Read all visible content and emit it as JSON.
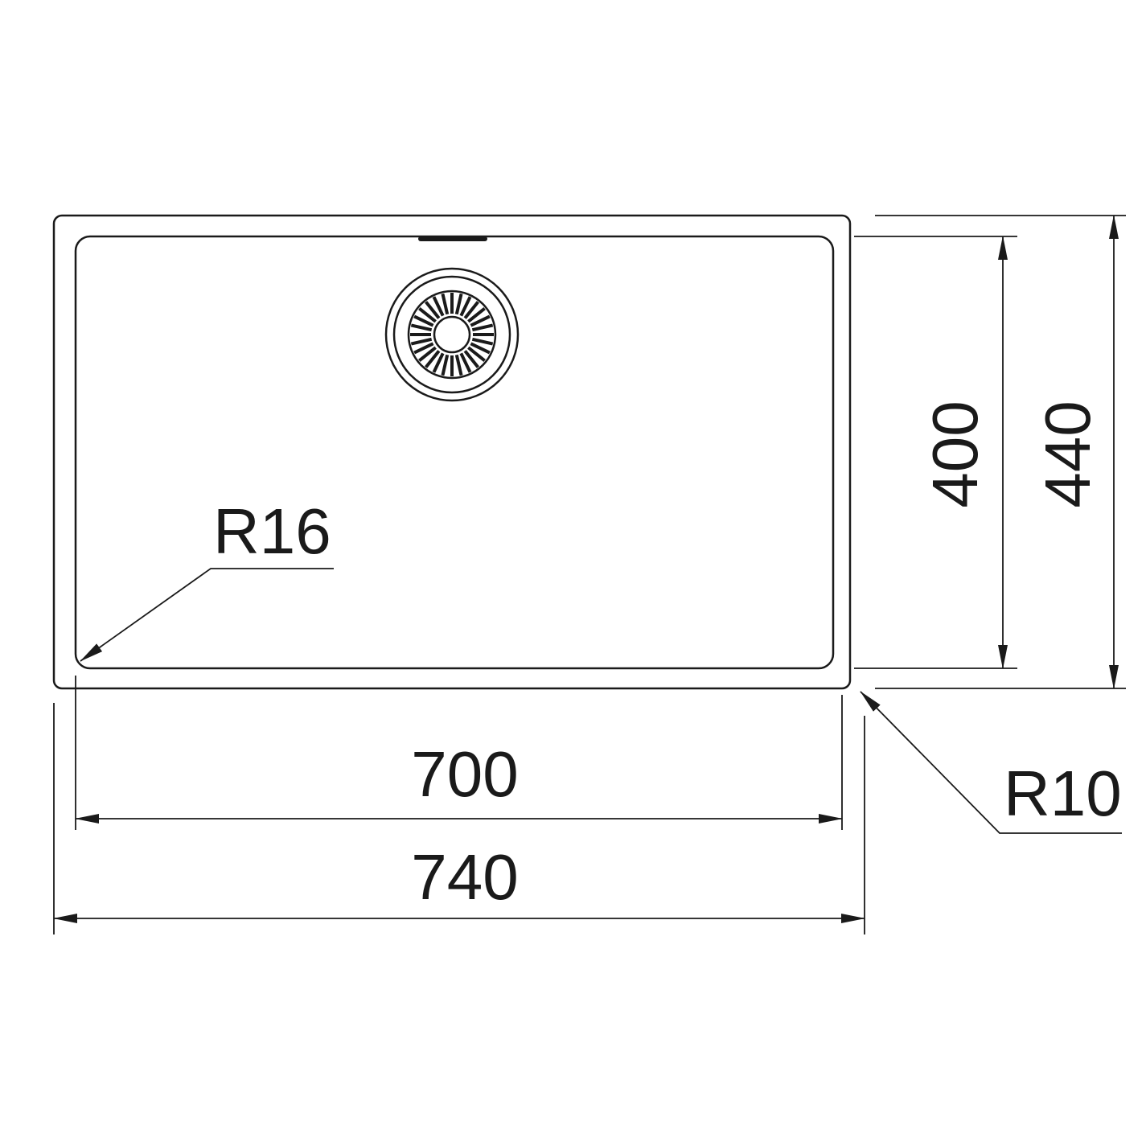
{
  "drawing": {
    "dimensions": {
      "inner_width": "700",
      "outer_width": "740",
      "inner_depth": "400",
      "outer_depth": "440"
    },
    "radii": {
      "inner_corner": "R16",
      "outer_corner": "R10"
    },
    "colors": {
      "line": "#1a1a1a",
      "background": "#ffffff"
    }
  }
}
